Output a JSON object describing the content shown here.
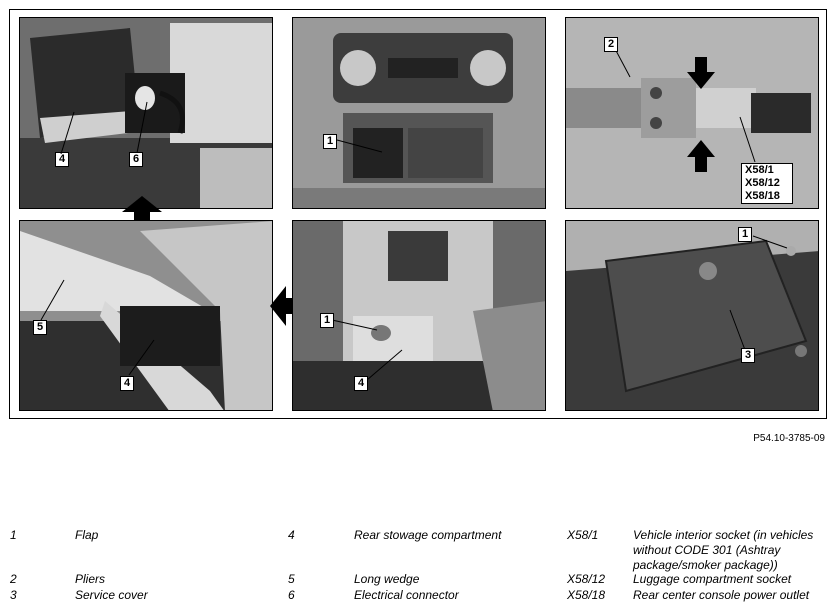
{
  "figure_id": "P54.10-3785-09",
  "callouts": {
    "p1_4": "4",
    "p1_6": "6",
    "p2_1": "1",
    "p3_2": "2",
    "p3_x": "X58/1\nX58/12\nX58/18",
    "p4_5": "5",
    "p4_4": "4",
    "p5_1": "1",
    "p5_4": "4",
    "p6_1": "1",
    "p6_3": "3"
  },
  "legend": [
    {
      "num": "1",
      "text": "Flap"
    },
    {
      "num": "2",
      "text": "Pliers"
    },
    {
      "num": "3",
      "text": "Service cover"
    },
    {
      "num": "4",
      "text": "Rear stowage compartment"
    },
    {
      "num": "5",
      "text": "Long wedge"
    },
    {
      "num": "6",
      "text": "Electrical connector"
    },
    {
      "num": "X58/1",
      "text": "Vehicle interior socket (in vehicles without CODE 301 (Ashtray package/smoker package))"
    },
    {
      "num": "X58/12",
      "text": "Luggage compartment socket"
    },
    {
      "num": "X58/18",
      "text": "Rear center console power outlet"
    }
  ]
}
